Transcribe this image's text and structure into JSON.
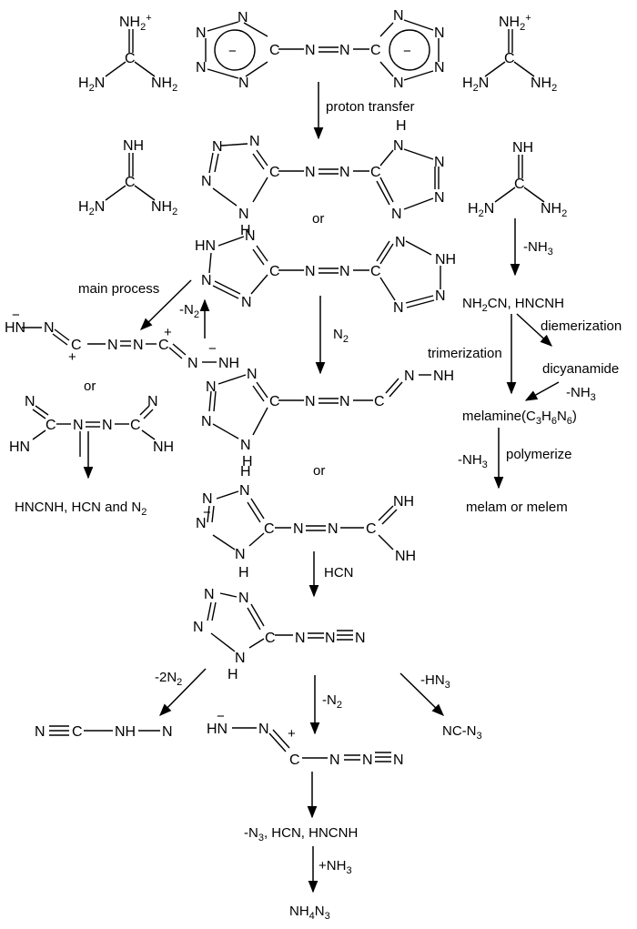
{
  "labels": {
    "proton_transfer": "proton transfer",
    "or": "or",
    "main_process": "main process",
    "minus_n2": "-N",
    "n2": "N",
    "hcn": "HCN",
    "minus_2n2": "-2N",
    "minus_hn3": "-HN",
    "minus_nh3": "-NH",
    "diemerization": "diemerization",
    "trimerization": "trimerization",
    "dicyanamide": "dicyanamide",
    "polymerize": "polymerize",
    "melamine": "melamine(C",
    "melam_or_melem": "melam or melem",
    "cyanamide": "NH",
    "cyanamide_rest": "CN, HNCNH",
    "products_1": "HNCNH, HCN and N",
    "nc_n3": "NC-N",
    "byproducts": "-N",
    "byproducts_rest": ", HCN, HNCNH",
    "plus_nh3": "+NH",
    "nh4n3": "NH",
    "sub2": "2",
    "sub3": "3",
    "sub4": "4",
    "sub6": "6",
    "sub_h6": "H",
    "sub_n6": "N",
    "close_paren": ")"
  },
  "atoms": {
    "N": "N",
    "NH": "NH",
    "HN": "HN",
    "H": "H",
    "C": "C",
    "NH2": "NH",
    "H2N": "H",
    "HN_minus": "HN",
    "minus": "−",
    "plus": "+",
    "circle_minus": "⊖"
  }
}
